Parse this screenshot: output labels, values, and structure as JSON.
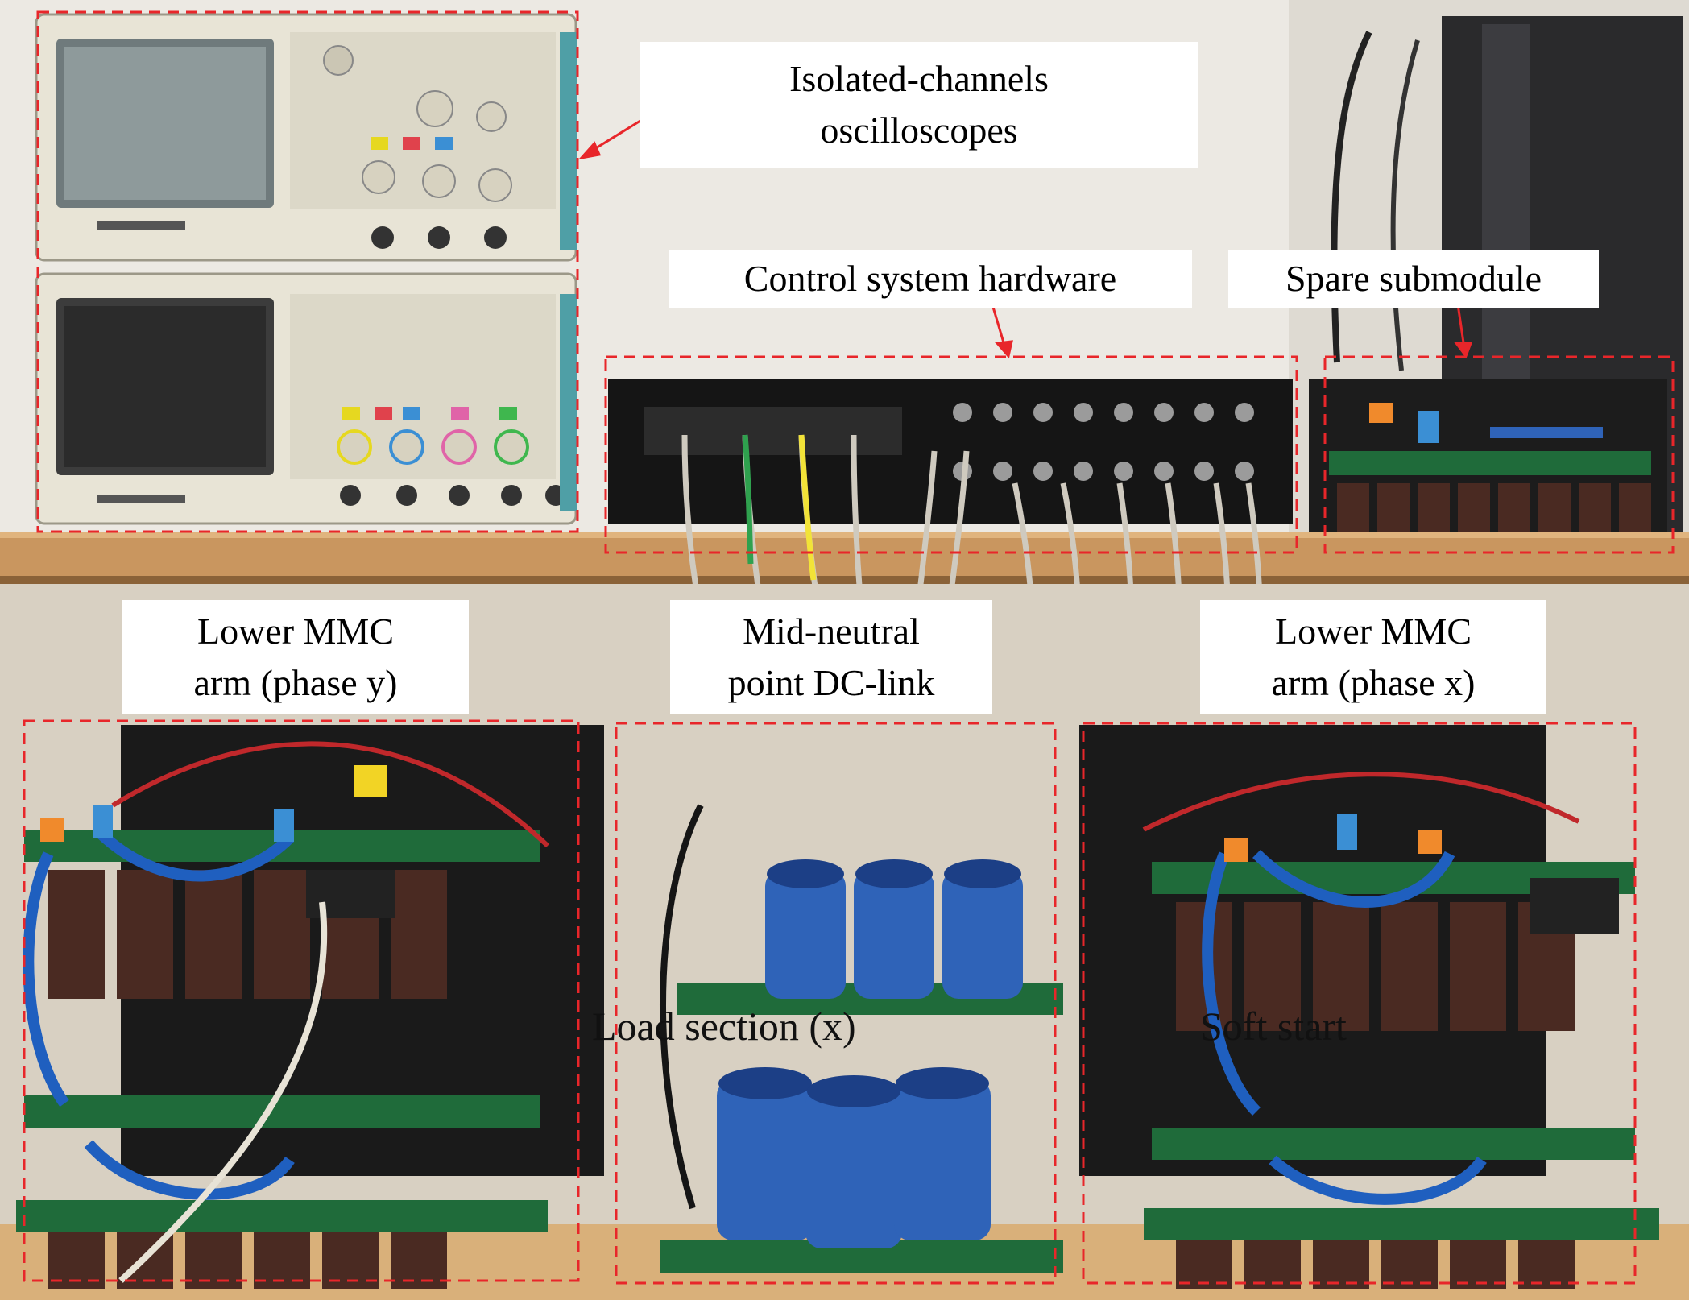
{
  "labels": {
    "oscilloscopes": [
      "Isolated-channels",
      "oscilloscopes"
    ],
    "control": "Control system hardware",
    "spare": "Spare submodule",
    "lower_y": [
      "Lower MMC",
      "arm (phase y)"
    ],
    "mid_neutral": [
      "Mid-neutral",
      "point DC-link"
    ],
    "lower_x": [
      "Lower MMC",
      "arm (phase x)"
    ],
    "load_section": "Load section (x)",
    "soft_start": "Soft start"
  },
  "colors": {
    "annotation": "#e8262a",
    "wall": "#ece9e3",
    "shelf": "#c9965f",
    "capacitor_blue": "#2f63b8",
    "pcb_green": "#1f6b3a",
    "heatsink": "#1a1a1a"
  }
}
